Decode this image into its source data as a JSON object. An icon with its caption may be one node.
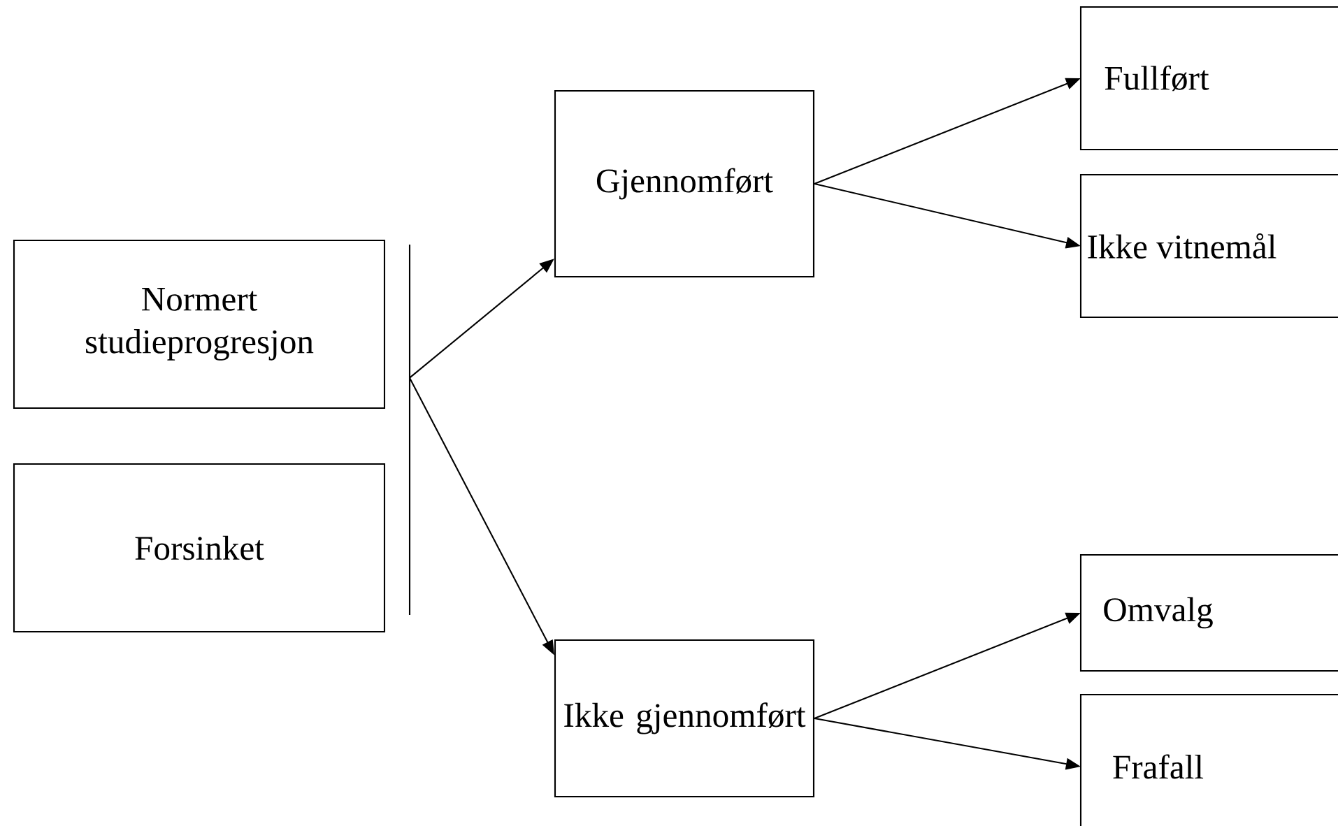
{
  "diagram": {
    "nodes": [
      {
        "text": [
          "Normert studieprogresjon"
        ]
      },
      {
        "text": [
          "Forsinket"
        ]
      },
      {
        "text": [],
        "shape": "bar"
      },
      {
        "text": [
          "Gjennomført"
        ]
      },
      {
        "text": [
          "Fullført"
        ]
      },
      {
        "text": [
          "Ikke vitnemål"
        ]
      },
      {
        "text": [
          "Ikke gjennomført"
        ]
      },
      {
        "text": [
          "Omvalg"
        ]
      },
      {
        "text": [
          "Frafall"
        ]
      }
    ],
    "edges": [
      {
        "from": 2,
        "to": 3,
        "arrow": "to"
      },
      {
        "from": 2,
        "to": 6,
        "arrow": "to"
      },
      {
        "from": 3,
        "to": 4,
        "arrow": "to"
      },
      {
        "from": 3,
        "to": 5,
        "arrow": "to"
      },
      {
        "from": 6,
        "to": 7,
        "arrow": "to"
      },
      {
        "from": 6,
        "to": 8,
        "arrow": "to"
      }
    ]
  }
}
